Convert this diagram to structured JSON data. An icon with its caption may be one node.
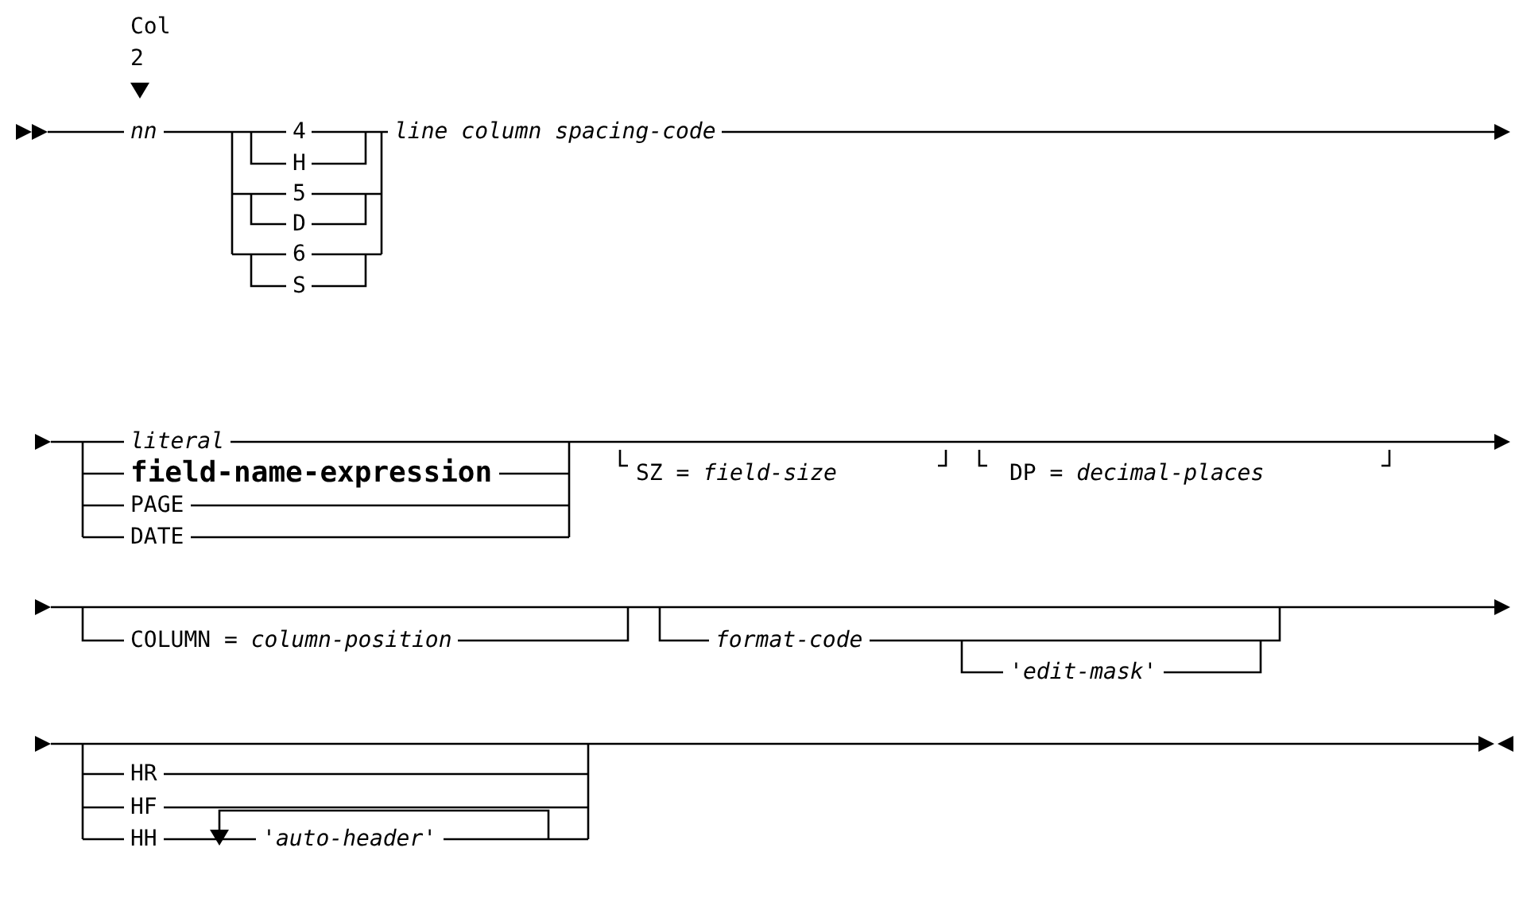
{
  "diagram": {
    "labels": [
      "Col",
      "2",
      "nn",
      "4",
      "H",
      "5",
      "D",
      "6",
      "S",
      "line column spacing-code",
      "literal",
      "field-name-expression",
      "SZ = *field-size*",
      "DP = *decimal-places*",
      "PAGE",
      "DATE",
      "COLUMN = *column-position*",
      "format-code",
      "'*edit-mask*'",
      "HR",
      "HF",
      "HH",
      "'*auto-header*'"
    ]
  }
}
